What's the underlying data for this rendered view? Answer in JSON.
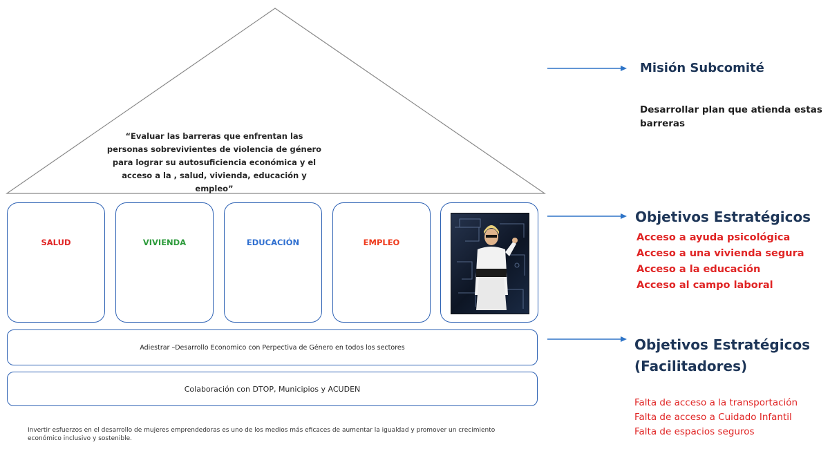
{
  "roof_quote": "“Evaluar las barreras que enfrentan las personas sobrevivientes de violencia de género para lograr su autosuficiencia económica y el acceso a la , salud, vivienda, educación y empleo”",
  "pillars": [
    {
      "label": "SALUD",
      "color": "#e02424"
    },
    {
      "label": "VIVIENDA",
      "color": "#2e9b3c"
    },
    {
      "label": "EDUCACIÓN",
      "color": "#2f6fd0"
    },
    {
      "label": "EMPLEO",
      "color": "#ee3a1c"
    }
  ],
  "band1": "Adiestrar –Desarrollo Economico con Perpectiva de Género en todos los sectores",
  "band2": "Colaboración con DTOP, Municipios y ACUDEN",
  "bottom_note": "Invertir esfuerzos en el desarrollo de mujeres emprendedoras es uno de los medios más eficaces de aumentar la igualdad y promover un crecimiento económico inclusivo y sostenible.",
  "mision": {
    "title": "Misión Subcomité",
    "description": "Desarrollar plan que atienda estas barreras"
  },
  "objetivos": {
    "title": "Objetivos Estratégicos",
    "items": [
      "Acceso a ayuda psicológica",
      "Acceso a una vivienda segura",
      "Acceso a la educación",
      "Acceso al campo laboral"
    ]
  },
  "facilitadores": {
    "title_line1": "Objetivos Estratégicos",
    "title_line2": "(Facilitadores)",
    "items": [
      "Falta de acceso a la transportación",
      "Falta de acceso a Cuidado Infantil",
      "Falta de espacios seguros"
    ]
  }
}
